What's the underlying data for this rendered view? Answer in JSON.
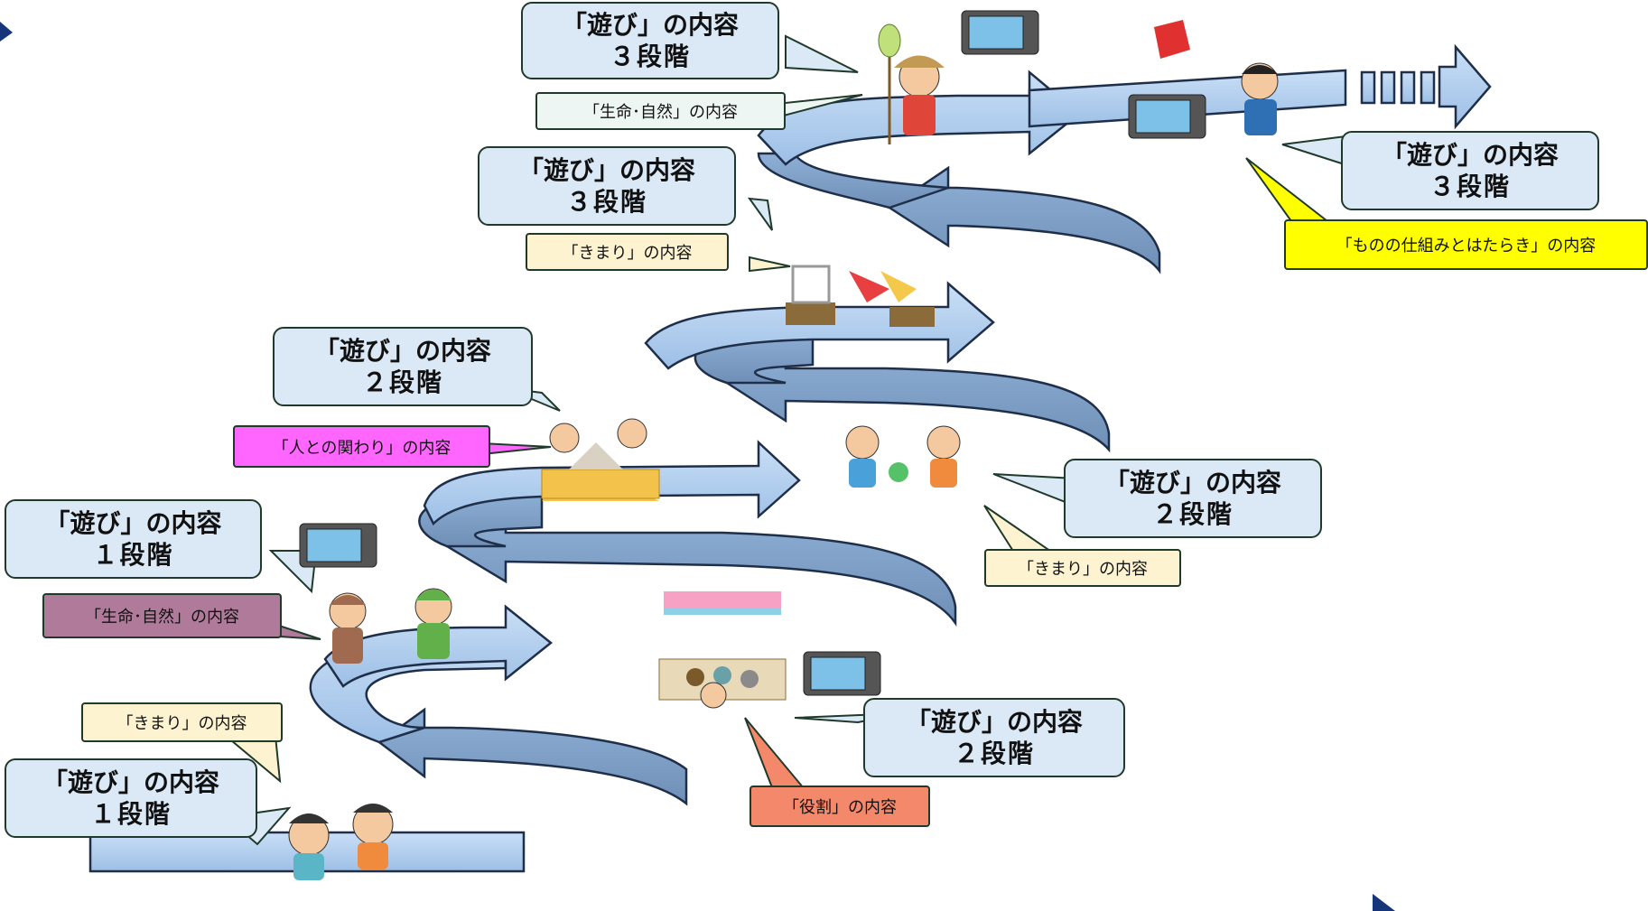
{
  "colors": {
    "ribbon_light": "#aecdf0",
    "ribbon_dark": "#7c9cc1",
    "ribbon_edge": "#1f2f4a",
    "callout_bg": "#dbe9f7",
    "tag_cream": "#fdf3d1",
    "tag_pink": "#ff66ff",
    "tag_mauve": "#b07a9a",
    "tag_salmon": "#f4886a",
    "tag_yellow": "#ffff00",
    "tag_mint": "#eef6f4",
    "corner_mark": "#17367a"
  },
  "callouts": [
    {
      "id": "c1a",
      "line1": "「遊び」の内容",
      "line2": "１段階"
    },
    {
      "id": "c1b",
      "line1": "「遊び」の内容",
      "line2": "１段階"
    },
    {
      "id": "c2a",
      "line1": "「遊び」の内容",
      "line2": "２段階"
    },
    {
      "id": "c2b",
      "line1": "「遊び」の内容",
      "line2": "２段階"
    },
    {
      "id": "c2c",
      "line1": "「遊び」の内容",
      "line2": "２段階"
    },
    {
      "id": "c3a",
      "line1": "「遊び」の内容",
      "line2": "３段階"
    },
    {
      "id": "c3b",
      "line1": "「遊び」の内容",
      "line2": "３段階"
    },
    {
      "id": "c3c",
      "line1": "「遊び」の内容",
      "line2": "３段階"
    }
  ],
  "tags": {
    "kimari_1": "「きまり」の内容",
    "seimei_1": "「生命･自然」の内容",
    "yakuwari_2": "「役割」の内容",
    "hito_2": "「人との関わり」の内容",
    "kimari_2": "「きまり」の内容",
    "kimari_3": "「きまり」の内容",
    "seimei_3": "「生命･自然」の内容",
    "mono_3": "「ものの仕組みとはたらき」の内容"
  },
  "icons": {
    "children_running": "children-running-icon",
    "children_snow": "children-snow-icon",
    "market_stall": "market-stall-icon",
    "sandbox": "sandbox-icon",
    "kids_ball": "kids-ball-icon",
    "playground": "playground-icon",
    "bug_catcher": "bug-catcher-icon",
    "kite_boy": "kite-boy-icon",
    "tablet": "tablet-icon"
  }
}
